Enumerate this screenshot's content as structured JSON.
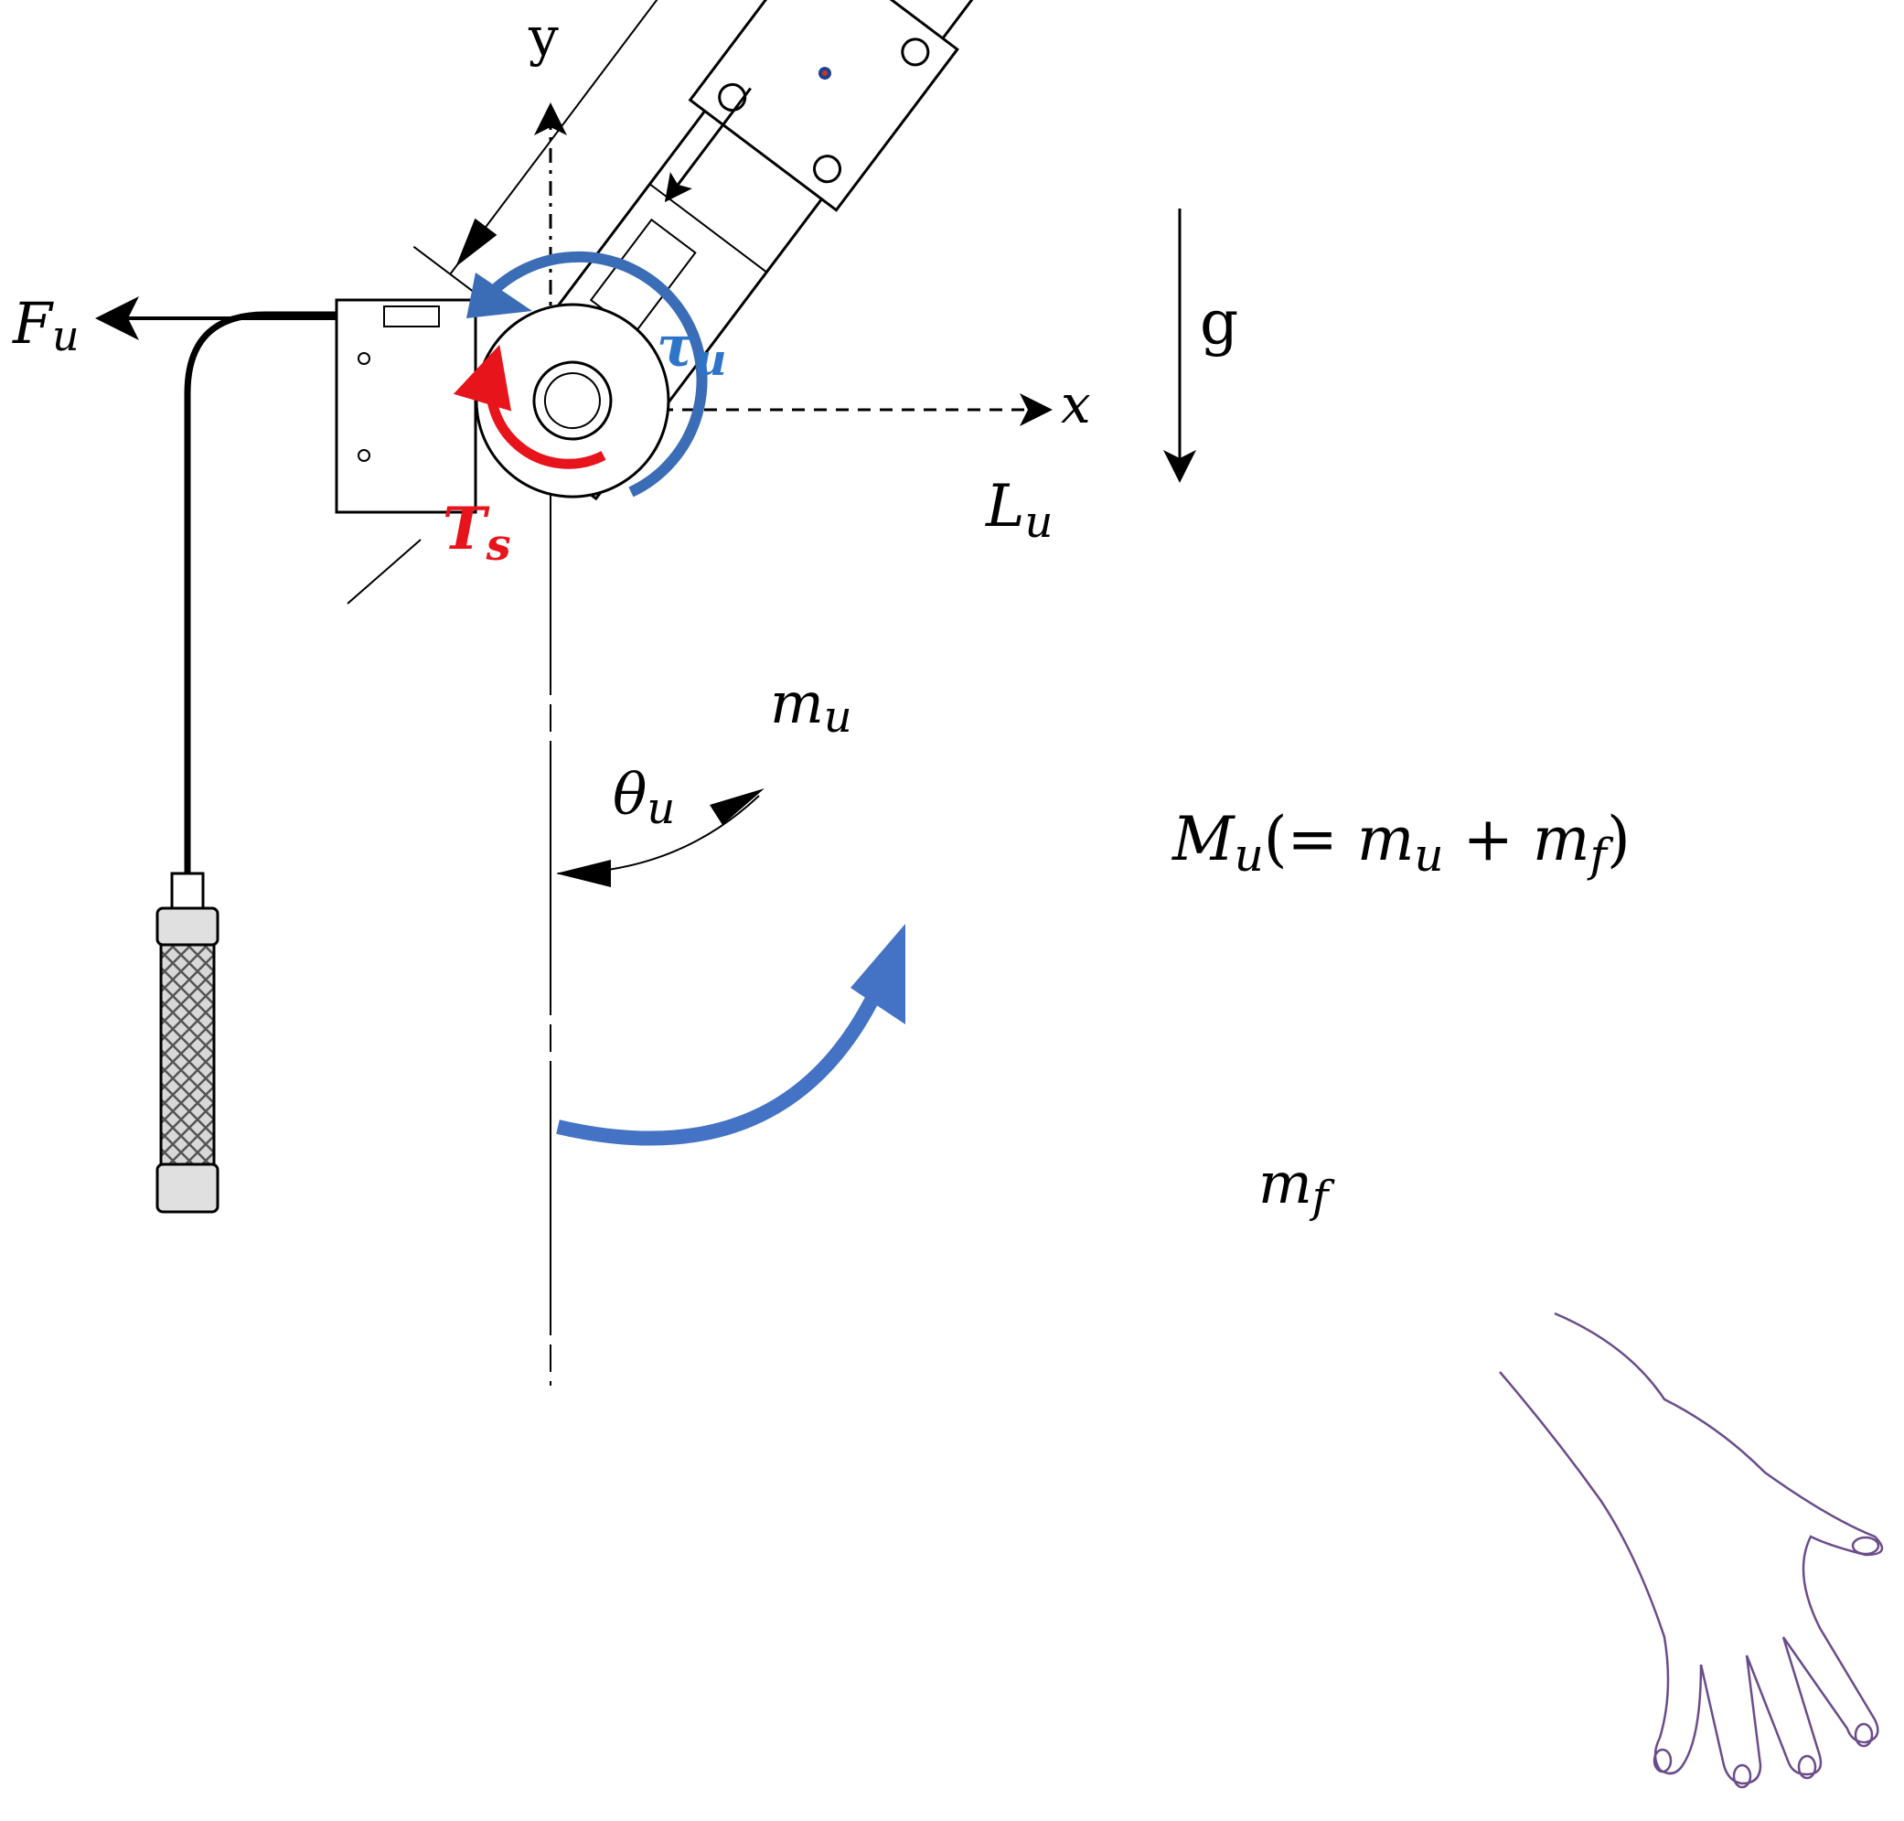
{
  "labels": {
    "y_axis": "y",
    "x_axis": "x",
    "gravity": "g",
    "force_F": "F",
    "force_F_sub": "u",
    "torque_tau": "τ",
    "torque_tau_sub": "u",
    "torque_T": "T",
    "torque_T_sub": "s",
    "length_L": "L",
    "length_L_sub": "u",
    "mass_upper": "m",
    "mass_upper_sub": "u",
    "mass_fore": "m",
    "mass_fore_sub": "f",
    "angle_theta": "θ",
    "angle_theta_sub": "u",
    "total_mass_M": "M",
    "total_mass_M_sub": "u",
    "total_mass_eq_open": "(= ",
    "total_mass_m1": "m",
    "total_mass_m1_sub": "u",
    "total_mass_plus": " + ",
    "total_mass_m2": "m",
    "total_mass_m2_sub": "f",
    "total_mass_close": ")"
  },
  "colors": {
    "ink": "#000000",
    "tau_blue": "#3a6db5",
    "tau_label_blue": "#2e75c9",
    "ts_red": "#e8141c",
    "rotation_arrow_blue": "#4472c4",
    "hand_purple": "#6b4c8a",
    "com_dot_red": "#c0392b",
    "com_dot_blue": "#1f3f8f"
  }
}
